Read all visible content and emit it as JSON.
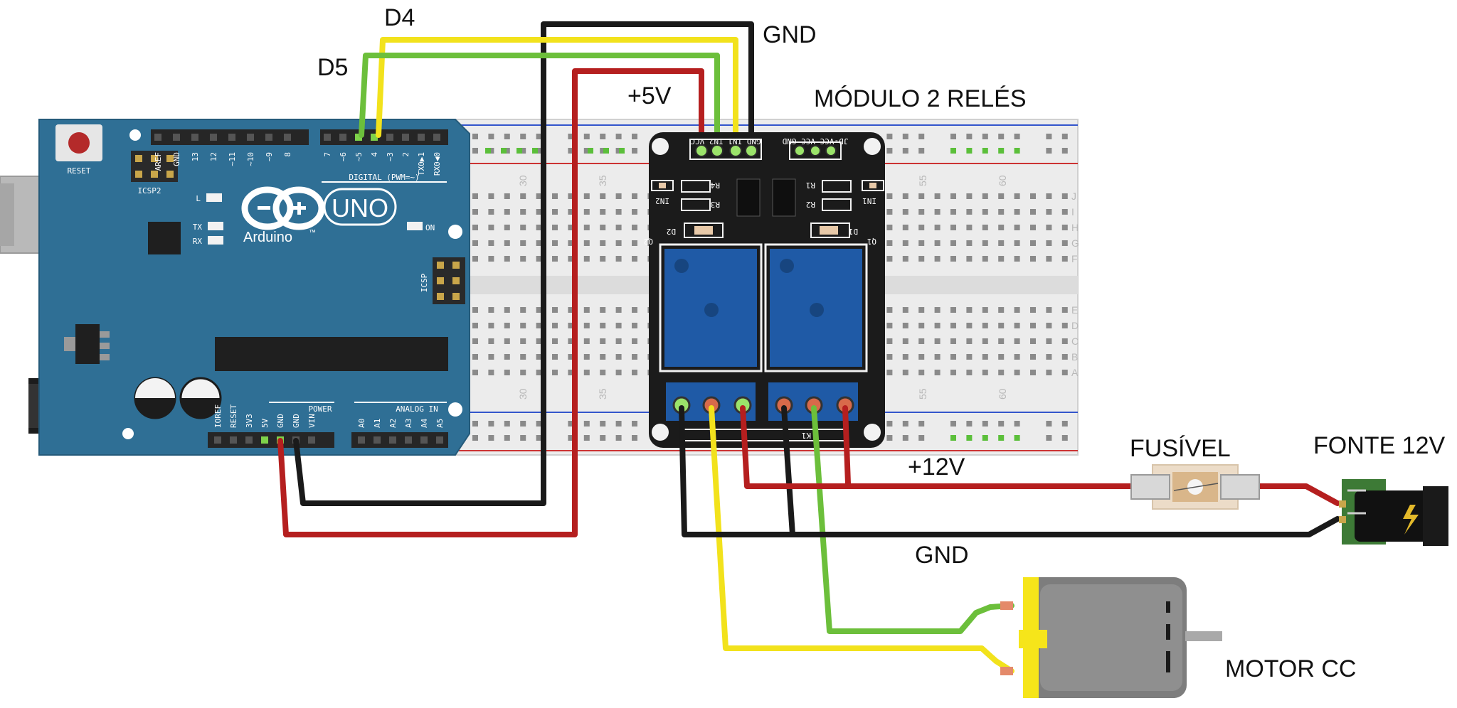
{
  "labels": {
    "d4": "D4",
    "d5": "D5",
    "gnd_top": "GND",
    "plus5v": "+5V",
    "module_title": "MÓDULO 2 RELÉS",
    "fusivel": "FUSÍVEL",
    "fonte": "FONTE 12V",
    "plus12v": "+12V",
    "gnd_bottom": "GND",
    "motor": "MOTOR CC"
  },
  "arduino": {
    "reset": "RESET",
    "icsp2": "ICSP2",
    "icsp": "ICSP",
    "brand": "Arduino",
    "tm": "™",
    "model": "UNO",
    "digital": "DIGITAL (PWM=~)",
    "led_l": "L",
    "led_tx": "TX",
    "led_rx": "RX",
    "led_on": "ON",
    "power": "POWER",
    "analog_in": "ANALOG IN",
    "digital_pins": [
      "AREF",
      "GND",
      "13",
      "12",
      "~11",
      "~10",
      "~9",
      "8",
      "7",
      "~6",
      "~5",
      "4",
      "~3",
      "2",
      "TX0▶1",
      "RX0◀0"
    ],
    "power_pins": [
      "IOREF",
      "RESET",
      "3V3",
      "5V",
      "GND",
      "GND",
      "VIN"
    ],
    "analog_pins": [
      "A0",
      "A1",
      "A2",
      "A3",
      "A4",
      "A5"
    ]
  },
  "breadboard": {
    "numbers": [
      "30",
      "35",
      "55",
      "60"
    ],
    "rows_top": [
      "J",
      "I",
      "H",
      "G",
      "F"
    ],
    "rows_bottom": [
      "E",
      "D",
      "C",
      "B",
      "A"
    ]
  },
  "relay_module": {
    "header_pins": "GND IN1 IN2 VCC",
    "jumper_pins": "JD-VCC VCC GND",
    "in2": "IN2",
    "in1": "IN1",
    "r4": "R4",
    "r3": "R3",
    "r1": "R1",
    "r2": "R2",
    "d2": "D2",
    "d1": "D1",
    "q2": "Q2",
    "q1": "Q1",
    "k1": "K1"
  },
  "colors": {
    "arduino_board": "#2f6f95",
    "wire_red": "#b51f1f",
    "wire_black": "#1a1a1a",
    "wire_yellow": "#f2e21c",
    "wire_green": "#6cbf3b",
    "relay_blue": "#1f5aa6",
    "motor_body": "#7d7d7d",
    "motor_cap": "#f6e51a"
  }
}
